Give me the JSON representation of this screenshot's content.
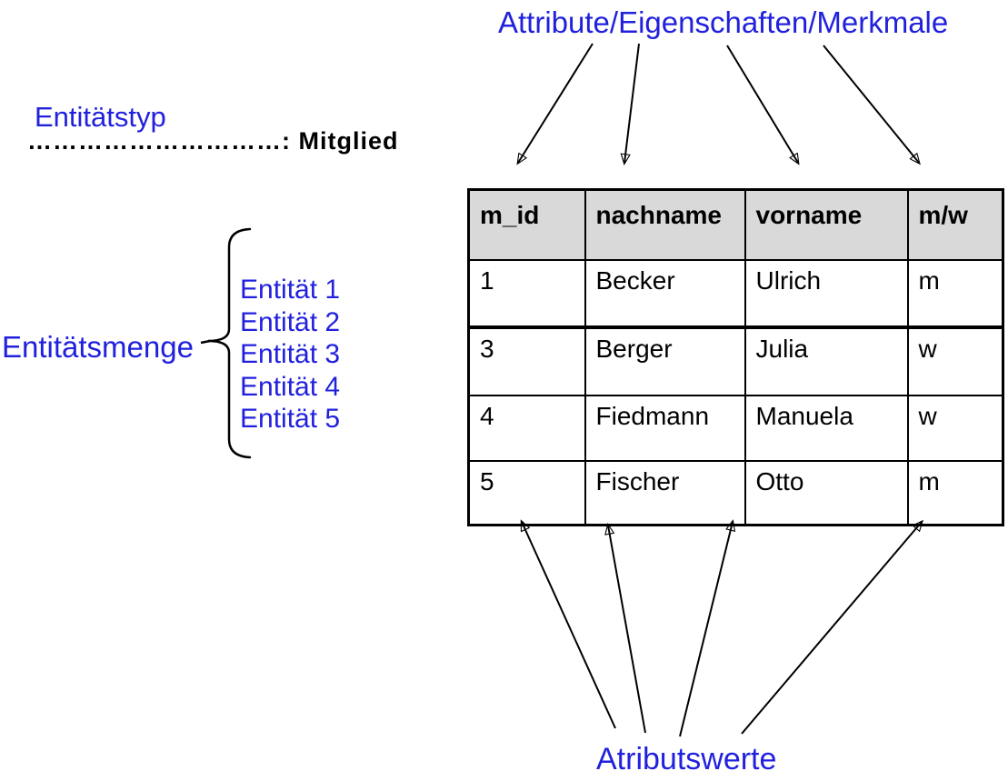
{
  "diagram": {
    "attributes_title": "Attribute/Eigenschaften/Merkmale",
    "entity_type_label": "Entitätstyp",
    "entity_type_value_line": "…………………………: Mitglied",
    "entity_set_label": "Entitätsmenge",
    "entities": [
      "Entität 1",
      "Entität 2",
      "Entität 3",
      "Entität 4",
      "Entität 5"
    ],
    "attribute_values_label": "Atributswerte"
  },
  "table": {
    "columns": [
      "m_id",
      "nachname",
      "vorname",
      "m/w"
    ],
    "rows": [
      [
        "1",
        "Becker",
        "Ulrich",
        "m"
      ],
      [
        "3",
        "Berger",
        "Julia",
        "w"
      ],
      [
        "4",
        "Fiedmann",
        "Manuela",
        "w"
      ],
      [
        "5",
        "Fischer",
        "Otto",
        "m"
      ]
    ]
  },
  "colors": {
    "accent_blue": "#2121dd",
    "table_header_bg": "#d9d9d9",
    "line_black": "#000000"
  }
}
